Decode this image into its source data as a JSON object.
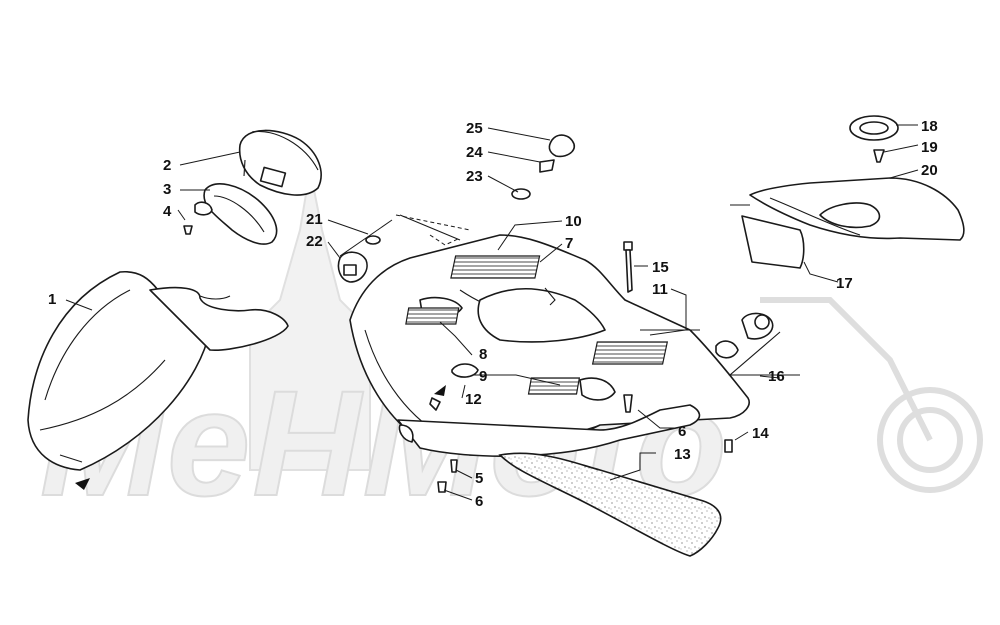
{
  "diagram": {
    "watermark": "MeHMoto",
    "callouts": [
      {
        "id": "c1",
        "text": "1"
      },
      {
        "id": "c2",
        "text": "2"
      },
      {
        "id": "c3",
        "text": "3"
      },
      {
        "id": "c4",
        "text": "4"
      },
      {
        "id": "c5",
        "text": "5"
      },
      {
        "id": "c6a",
        "text": "6"
      },
      {
        "id": "c6b",
        "text": "6"
      },
      {
        "id": "c7",
        "text": "7"
      },
      {
        "id": "c8",
        "text": "8"
      },
      {
        "id": "c9",
        "text": "9"
      },
      {
        "id": "c10",
        "text": "10"
      },
      {
        "id": "c11",
        "text": "11"
      },
      {
        "id": "c12",
        "text": "12"
      },
      {
        "id": "c13",
        "text": "13"
      },
      {
        "id": "c14",
        "text": "14"
      },
      {
        "id": "c15",
        "text": "15"
      },
      {
        "id": "c16",
        "text": "16"
      },
      {
        "id": "c17",
        "text": "17"
      },
      {
        "id": "c18",
        "text": "18"
      },
      {
        "id": "c19",
        "text": "19"
      },
      {
        "id": "c20",
        "text": "20"
      },
      {
        "id": "c21",
        "text": "21"
      },
      {
        "id": "c22",
        "text": "22"
      },
      {
        "id": "c23",
        "text": "23"
      },
      {
        "id": "c24",
        "text": "24"
      },
      {
        "id": "c25",
        "text": "25"
      }
    ]
  }
}
